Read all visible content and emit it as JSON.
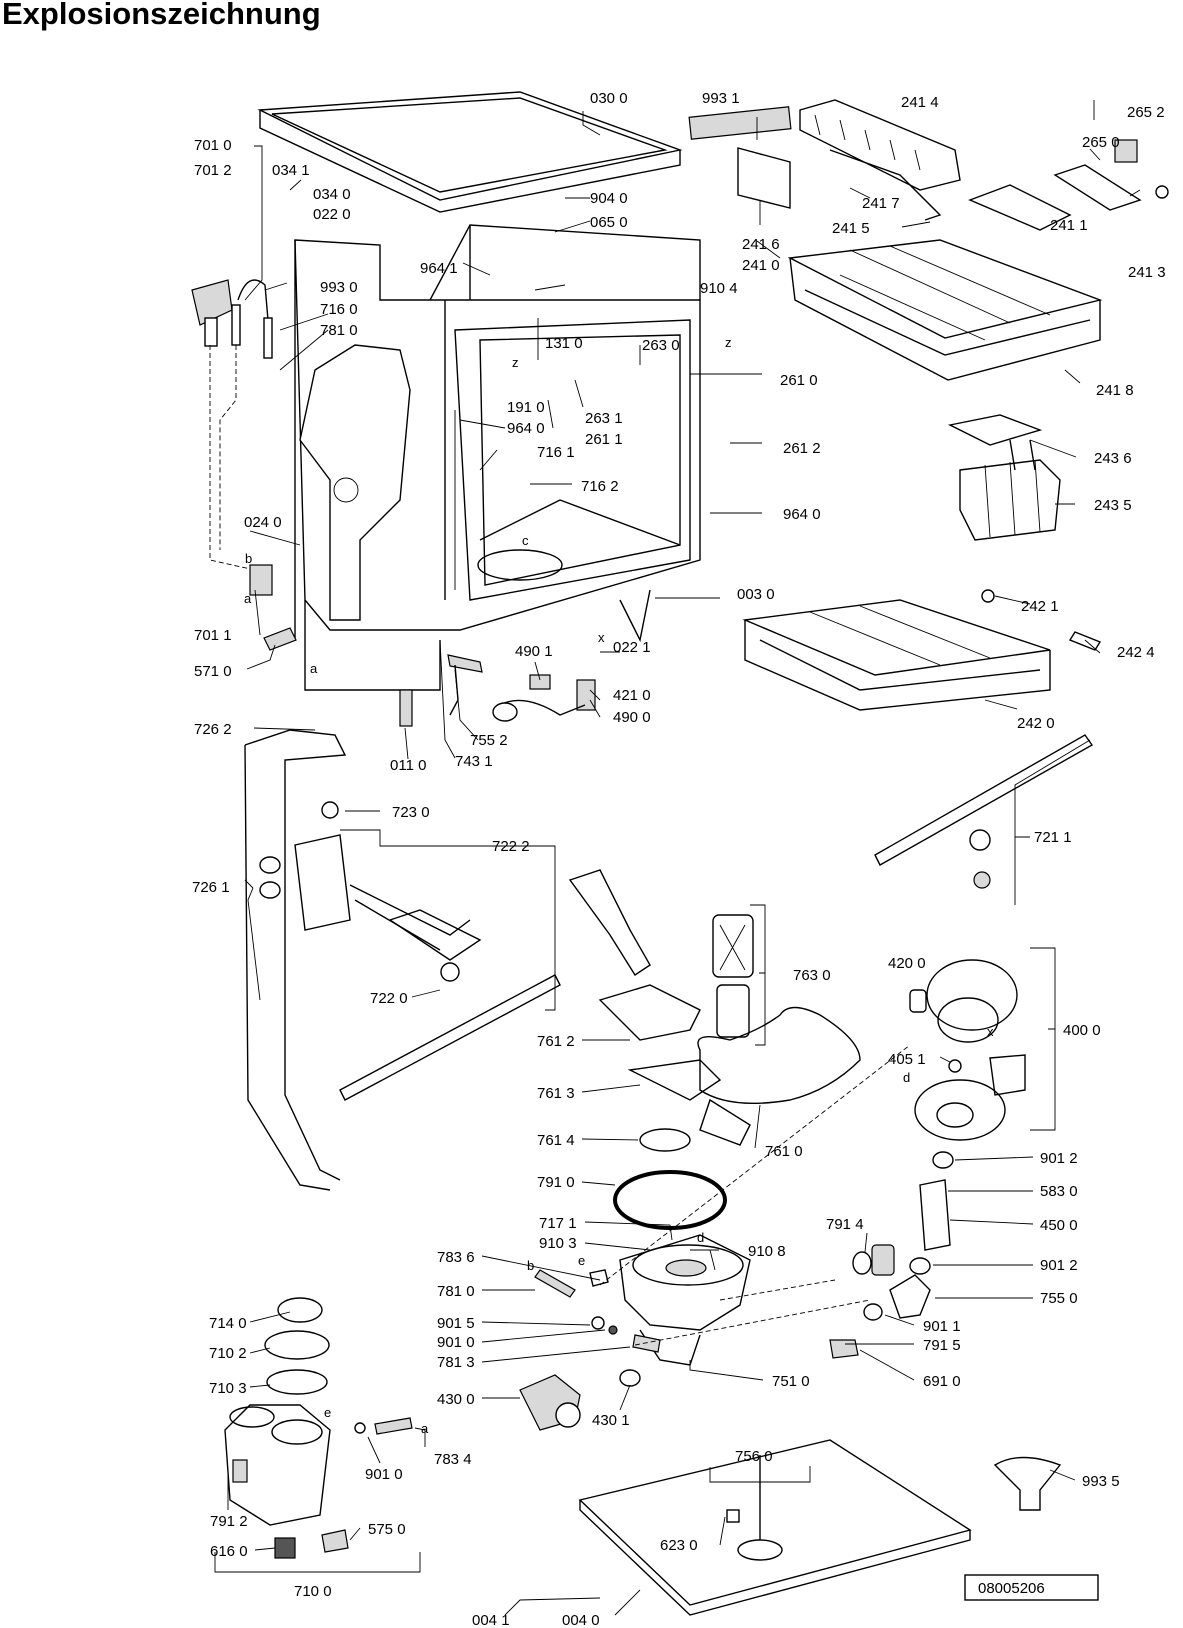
{
  "title": "Explosionszeichnung",
  "document_number": "08005206",
  "callouts": [
    "030 0",
    "993 1",
    "241 4",
    "265 2",
    "265 0",
    "701 0",
    "701 2",
    "034 1",
    "034 0",
    "022 0",
    "904 0",
    "065 0",
    "241 7",
    "241 5",
    "241 1",
    "241 6",
    "241 0",
    "241 3",
    "964 1",
    "993 0",
    "910 4",
    "716 0",
    "781 0",
    "131 0",
    "263 0",
    "261 0",
    "241 8",
    "191 0",
    "964 0",
    "263 1",
    "261 1",
    "261 2",
    "716 1",
    "716 2",
    "243 6",
    "243 5",
    "964 0",
    "024 0",
    "003 0",
    "242 1",
    "701 1",
    "490 1",
    "022 1",
    "242 4",
    "571 0",
    "421 0",
    "490 0",
    "242 0",
    "726 2",
    "755 2",
    "011 0",
    "743 1",
    "723 0",
    "721 1",
    "722 2",
    "726 1",
    "763 0",
    "722 0",
    "420 0",
    "400 0",
    "761 2",
    "405 1",
    "761 3",
    "761 4",
    "761 0",
    "901 2",
    "791 0",
    "583 0",
    "791 4",
    "450 0",
    "717 1",
    "910 3",
    "783 6",
    "910 8",
    "901 2",
    "781 0",
    "755 0",
    "714 0",
    "901 5",
    "901 1",
    "901 0",
    "791 5",
    "710 2",
    "781 3",
    "751 0",
    "691 0",
    "710 3",
    "430 0",
    "430 1",
    "783 4",
    "901 0",
    "756 0",
    "993 5",
    "791 2",
    "575 0",
    "616 0",
    "623 0",
    "710 0",
    "004 1",
    "004 0"
  ],
  "letters": [
    "z",
    "z",
    "c",
    "b",
    "a",
    "a",
    "x",
    "x",
    "d",
    "d",
    "e",
    "e",
    "b",
    "a"
  ]
}
